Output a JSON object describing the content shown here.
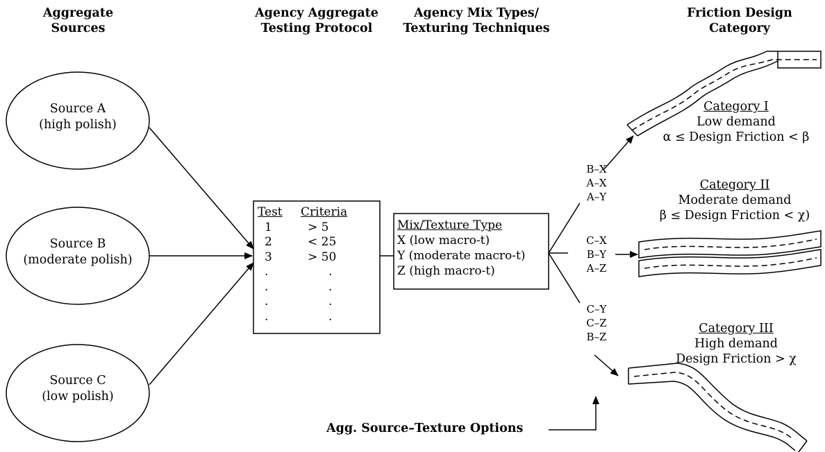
{
  "headers": {
    "aggregate_sources": [
      "Aggregate",
      "Sources"
    ],
    "testing_protocol": [
      "Agency Aggregate",
      "Testing Protocol"
    ],
    "mix_types": [
      "Agency Mix Types/",
      "Texturing Techniques"
    ],
    "friction_category": [
      "Friction Design",
      "Category"
    ]
  },
  "sources": [
    {
      "name": "Source A",
      "polish": "(high polish)"
    },
    {
      "name": "Source B",
      "polish": "(moderate polish)"
    },
    {
      "name": "Source C",
      "polish": "(low polish)"
    }
  ],
  "testing": {
    "col_test": "Test",
    "col_criteria": "Criteria",
    "rows": [
      {
        "test": "1",
        "criteria": "> 5"
      },
      {
        "test": "2",
        "criteria": "< 25"
      },
      {
        "test": "3",
        "criteria": "> 50"
      },
      {
        "test": ".",
        "criteria": "."
      },
      {
        "test": ".",
        "criteria": "."
      },
      {
        "test": ".",
        "criteria": "."
      },
      {
        "test": ".",
        "criteria": "."
      }
    ]
  },
  "mix": {
    "title": "Mix/Texture Type",
    "items": [
      "X (low macro-t)",
      "Y (moderate macro-t)",
      "Z (high macro-t)"
    ]
  },
  "combos": {
    "group1": [
      "B–X",
      "A–X",
      "A–Y"
    ],
    "group2": [
      "C–X",
      "B–Y",
      "A–Z"
    ],
    "group3": [
      "C–Y",
      "C–Z",
      "B–Z"
    ]
  },
  "categories": [
    {
      "title": "Category I",
      "demand": "Low demand",
      "range": "α ≤ Design Friction < β"
    },
    {
      "title": "Category II",
      "demand": "Moderate demand",
      "range": "β ≤ Design Friction < χ)"
    },
    {
      "title": "Category III",
      "demand": "High demand",
      "range": "Design Friction > χ"
    }
  ],
  "options_label": "Agg. Source–Texture Options"
}
